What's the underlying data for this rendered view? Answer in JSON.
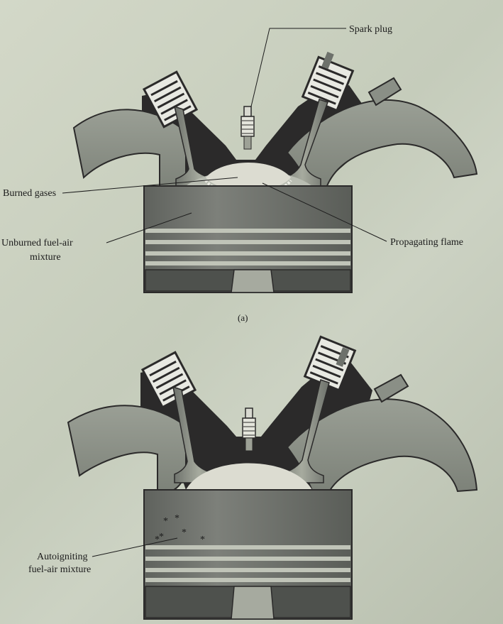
{
  "diagram_a": {
    "caption": "(a)",
    "labels": {
      "spark_plug": "Spark plug",
      "burned_gases": "Burned gases",
      "unburned_line1": "Unburned fuel-air",
      "unburned_line2": "mixture",
      "propagating_flame": "Propagating flame"
    }
  },
  "diagram_b": {
    "labels": {
      "autoigniting_line1": "Autoigniting",
      "autoigniting_line2": "fuel-air mixture"
    },
    "star_glyph": "*"
  },
  "colors": {
    "background": "#c9cfc0",
    "dark_head": "#2b2a2a",
    "port": "#8a8f86",
    "cylinder": "#6f726c",
    "piston": "#595c58",
    "ring": "#bfc3b8"
  }
}
